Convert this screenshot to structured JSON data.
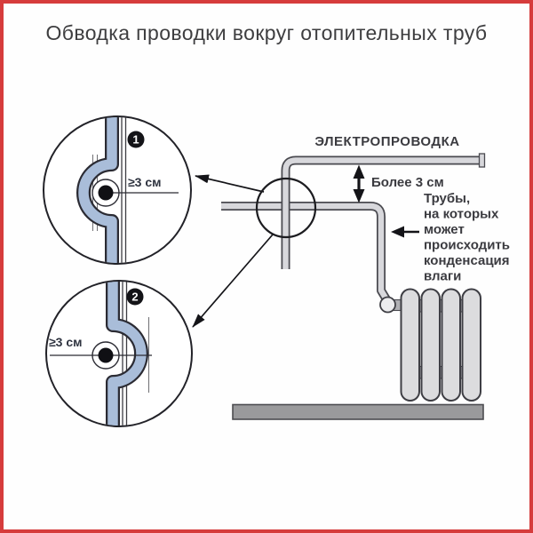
{
  "title": "Обводка проводки вокруг отопительных труб",
  "colors": {
    "border": "#d63c3c",
    "text": "#3b3b40",
    "pipe_fill": "#d8d8dc",
    "pipe_outline": "#4a4a50",
    "conduit_fill": "#a9bdd9",
    "conduit_outline": "#2b2b33"
  },
  "detail_circles": [
    {
      "badge": "1",
      "clearance_label": "≥3 см"
    },
    {
      "badge": "2",
      "clearance_label": "≥3 см"
    }
  ],
  "main_diagram": {
    "wiring_label": "ЭЛЕКТРОПРОВОДКА",
    "clearance_label": "Более 3 см",
    "condensation_note_lines": [
      "Трубы,",
      "на которых",
      "может",
      "происходить",
      "конденсация",
      "влаги"
    ]
  }
}
